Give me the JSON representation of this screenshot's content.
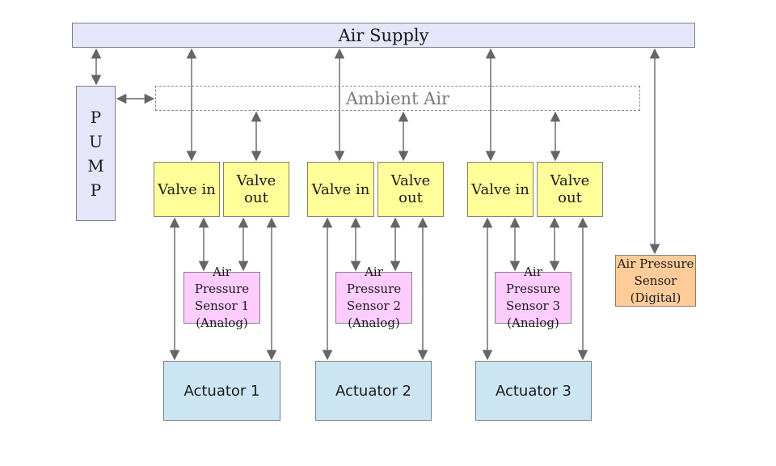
{
  "air_supply": {
    "label": "Air Supply"
  },
  "ambient_air": {
    "label": "Ambient Air"
  },
  "pump": {
    "letters": [
      "P",
      "U",
      "M",
      "P"
    ]
  },
  "groups": [
    {
      "valve_in": "Valve in",
      "valve_out": "Valve out",
      "sensor": [
        "Air Pressure",
        "Sensor 1",
        "(Analog)"
      ],
      "actuator": "Actuator 1"
    },
    {
      "valve_in": "Valve in",
      "valve_out": "Valve out",
      "sensor": [
        "Air Pressure",
        "Sensor 2",
        "(Analog)"
      ],
      "actuator": "Actuator 2"
    },
    {
      "valve_in": "Valve in",
      "valve_out": "Valve out",
      "sensor": [
        "Air Pressure",
        "Sensor 3",
        "(Analog)"
      ],
      "actuator": "Actuator 3"
    }
  ],
  "digital_sensor": {
    "lines": [
      "Air Pressure",
      "Sensor",
      "(Digital)"
    ]
  },
  "colors": {
    "supply": "#e6e6fa",
    "valve": "#ffff99",
    "sensor_analog": "#ffccff",
    "sensor_digital": "#ffcc99",
    "actuator": "#cce5f2",
    "arrow": "#666666"
  }
}
